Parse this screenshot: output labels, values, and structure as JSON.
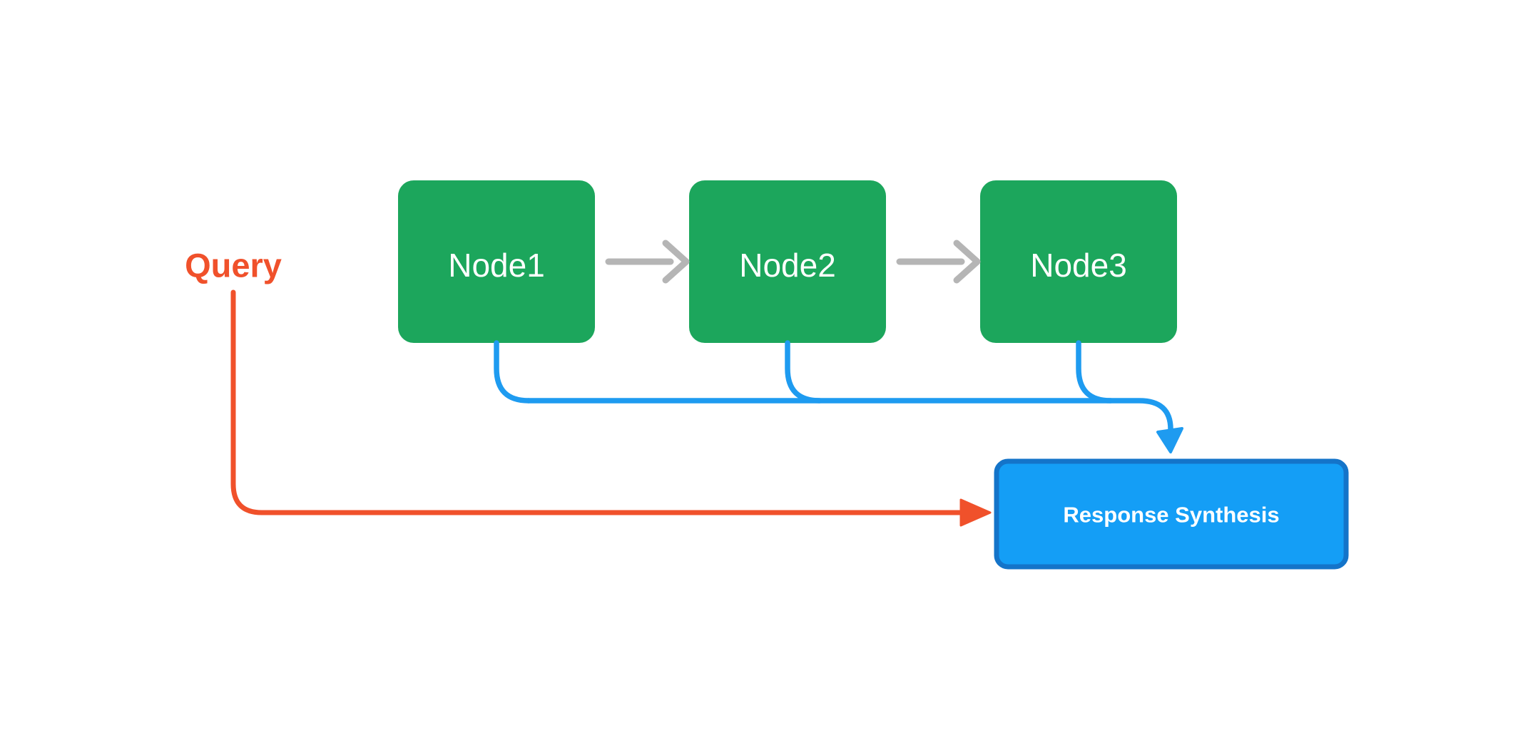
{
  "diagram": {
    "pipeline_nodes": [
      {
        "label": "Node1"
      },
      {
        "label": "Node2"
      },
      {
        "label": "Node3"
      }
    ],
    "query_label": "Query",
    "response_box_label": "Response Synthesis"
  },
  "colors": {
    "background": "#FFFFFF",
    "node_green": "#1CA65C",
    "node_text_white": "#FFFFFF",
    "step_arrow_gray": "#B5B5B5",
    "collector_blue": "#1E9BF0",
    "response_fill_blue": "#149EF6",
    "response_border_blue": "#1474C9",
    "query_red": "#F0512B"
  }
}
